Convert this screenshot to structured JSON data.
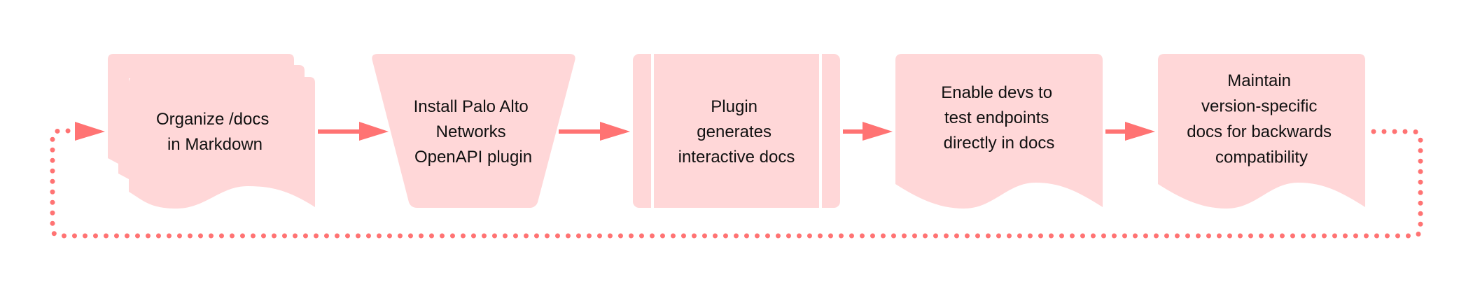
{
  "diagram": {
    "type": "flowchart",
    "direction": "left-to-right",
    "colors": {
      "node_fill": "#ffd7d8",
      "arrow": "#ff7373",
      "text": "#111111",
      "background": "#ffffff"
    },
    "nodes": [
      {
        "id": "organize",
        "shape": "multi-document",
        "lines": [
          "Organize /docs",
          "in Markdown"
        ]
      },
      {
        "id": "install",
        "shape": "trapezoid",
        "lines": [
          "Install Palo Alto",
          "Networks",
          "OpenAPI plugin"
        ]
      },
      {
        "id": "generate",
        "shape": "predefined-process",
        "lines": [
          "Plugin",
          "generates",
          "interactive docs"
        ]
      },
      {
        "id": "enable",
        "shape": "document",
        "lines": [
          "Enable devs to",
          "test endpoints",
          "directly in docs"
        ]
      },
      {
        "id": "maintain",
        "shape": "document",
        "lines": [
          "Maintain",
          "version-specific",
          "docs for backwards",
          "compatibility"
        ]
      }
    ],
    "edges": [
      {
        "from": "organize",
        "to": "install",
        "style": "solid"
      },
      {
        "from": "install",
        "to": "generate",
        "style": "solid"
      },
      {
        "from": "generate",
        "to": "enable",
        "style": "solid"
      },
      {
        "from": "enable",
        "to": "maintain",
        "style": "solid"
      },
      {
        "from": "maintain",
        "to": "organize",
        "style": "dotted"
      }
    ]
  }
}
